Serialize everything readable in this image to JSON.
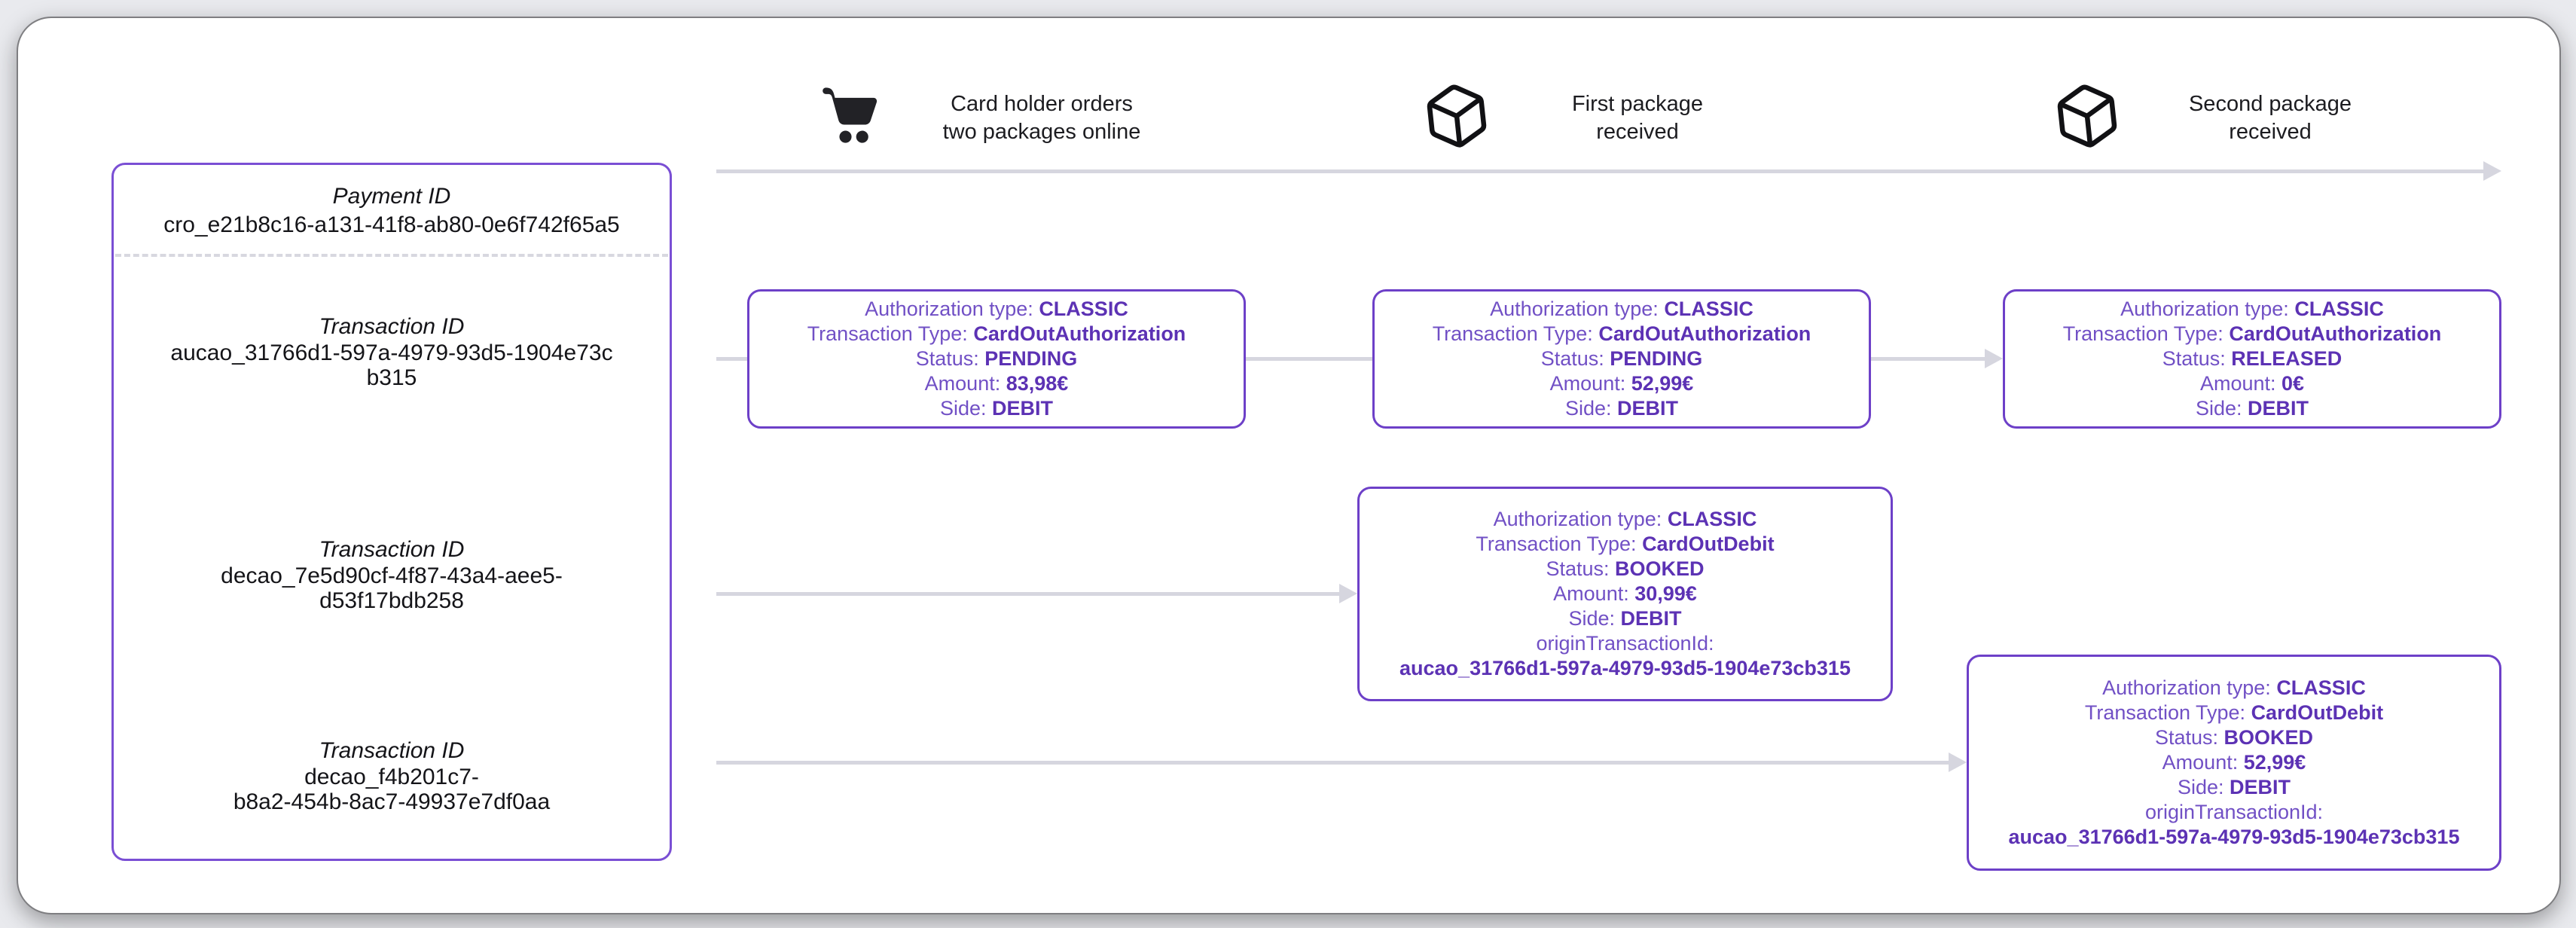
{
  "colors": {
    "accent_purple": "#6b46c1",
    "box_border_purple": "#6d40c8",
    "panel_border_purple": "#7a4fd4",
    "connector_gray": "#d6d6df",
    "text_dark": "#1c1c20",
    "card_background": "#ffffff",
    "page_background": "#e9eaee"
  },
  "timeline": {
    "steps": [
      {
        "icon": "shopping-cart-icon",
        "label_lines": [
          "Card holder orders",
          "two packages online"
        ]
      },
      {
        "icon": "package-icon",
        "label_lines": [
          "First package",
          "received"
        ]
      },
      {
        "icon": "package-icon",
        "label_lines": [
          "Second package",
          "received"
        ]
      }
    ]
  },
  "payment_panel": {
    "payment_label": "Payment ID",
    "payment_id": "cro_e21b8c16-a131-41f8-ab80-0e6f742f65a5",
    "transactions": [
      {
        "label": "Transaction ID",
        "id": "aucao_31766d1-597a-4979-93d5-1904e73cb315",
        "id_lines": [
          "aucao_31766d1-597a-4979-93d5-1904e73c",
          "b315"
        ]
      },
      {
        "label": "Transaction ID",
        "id": "decao_7e5d90cf-4f87-43a4-aee5-d53f17bdb258",
        "id_lines": [
          "decao_7e5d90cf-4f87-43a4-aee5-",
          "d53f17bdb258"
        ]
      },
      {
        "label": "Transaction ID",
        "id": "decao_f4b201c7-b8a2-454b-8ac7-49937e7df0aa",
        "id_lines": [
          "decao_f4b201c7-",
          "b8a2-454b-8ac7-49937e7df0aa"
        ]
      }
    ]
  },
  "boxes": [
    {
      "fields": [
        {
          "label": "Authorization type:",
          "value": "CLASSIC"
        },
        {
          "label": "Transaction Type:",
          "value": "CardOutAuthorization"
        },
        {
          "label": "Status:",
          "value": "PENDING"
        },
        {
          "label": "Amount:",
          "value": "83,98€"
        },
        {
          "label": "Side:",
          "value": "DEBIT"
        }
      ]
    },
    {
      "fields": [
        {
          "label": "Authorization type:",
          "value": "CLASSIC"
        },
        {
          "label": "Transaction Type:",
          "value": "CardOutAuthorization"
        },
        {
          "label": "Status:",
          "value": "PENDING"
        },
        {
          "label": "Amount:",
          "value": "52,99€"
        },
        {
          "label": "Side:",
          "value": "DEBIT"
        }
      ]
    },
    {
      "fields": [
        {
          "label": "Authorization type:",
          "value": "CLASSIC"
        },
        {
          "label": "Transaction Type:",
          "value": "CardOutAuthorization"
        },
        {
          "label": "Status:",
          "value": "RELEASED"
        },
        {
          "label": "Amount:",
          "value": "0€"
        },
        {
          "label": "Side:",
          "value": "DEBIT"
        }
      ]
    },
    {
      "fields": [
        {
          "label": "Authorization type:",
          "value": "CLASSIC"
        },
        {
          "label": "Transaction Type:",
          "value": "CardOutDebit"
        },
        {
          "label": "Status:",
          "value": "BOOKED"
        },
        {
          "label": "Amount:",
          "value": "30,99€"
        },
        {
          "label": "Side:",
          "value": "DEBIT"
        }
      ],
      "origin_label": "originTransactionId:",
      "origin_id": "aucao_31766d1-597a-4979-93d5-1904e73cb315"
    },
    {
      "fields": [
        {
          "label": "Authorization type:",
          "value": "CLASSIC"
        },
        {
          "label": "Transaction Type:",
          "value": "CardOutDebit"
        },
        {
          "label": "Status:",
          "value": "BOOKED"
        },
        {
          "label": "Amount:",
          "value": "52,99€"
        },
        {
          "label": "Side:",
          "value": "DEBIT"
        }
      ],
      "origin_label": "originTransactionId:",
      "origin_id": "aucao_31766d1-597a-4979-93d5-1904e73cb315"
    }
  ]
}
